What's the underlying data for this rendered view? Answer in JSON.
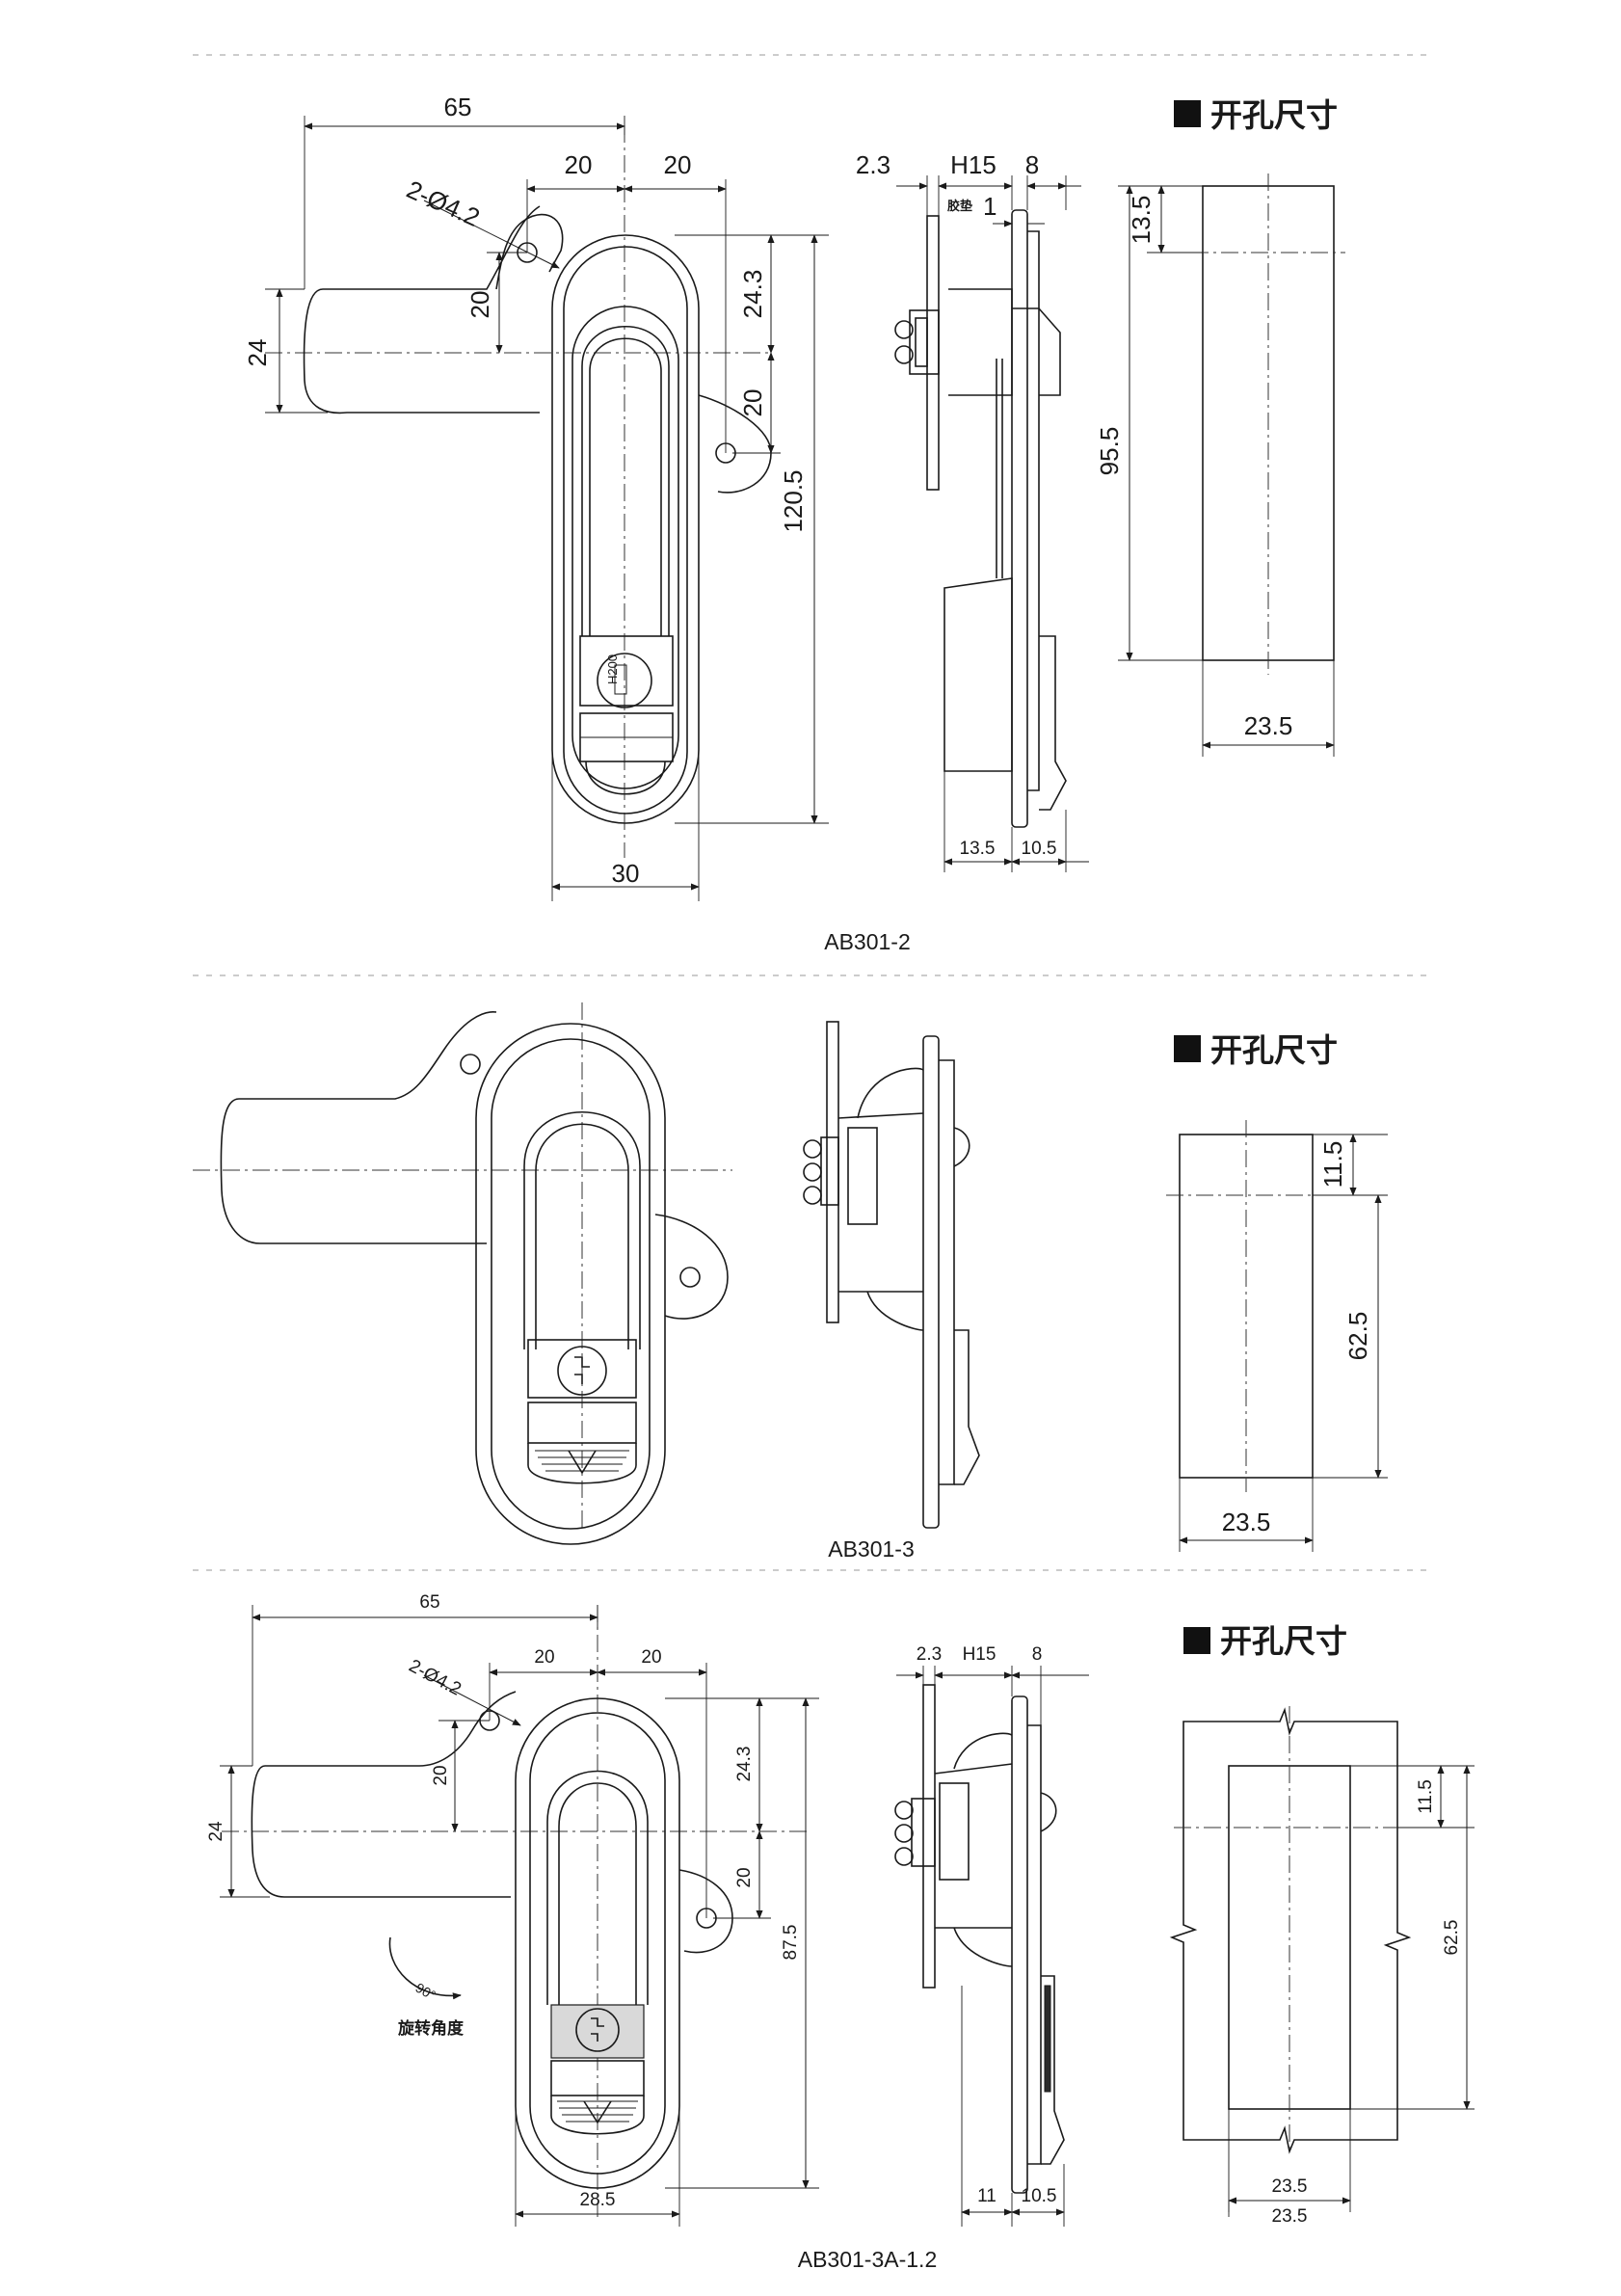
{
  "drawings": [
    {
      "model": "AB301-2",
      "front_dims": {
        "d65": "65",
        "d20a": "20",
        "d20b": "20",
        "holes": "2-Ø4.2",
        "d20c": "20",
        "d24": "24",
        "d24_3": "24.3",
        "d20d": "20",
        "d120_5": "120.5",
        "d30": "30",
        "key_code": "H200"
      },
      "side_dims": {
        "d2_3": "2.3",
        "h15": "H15",
        "d8": "8",
        "gasket": "胶垫",
        "d1": "1",
        "d13_5": "13.5",
        "d10_5": "10.5"
      },
      "cutout": {
        "title": "开孔尺寸",
        "d13_5": "13.5",
        "d95_5": "95.5",
        "d23_5": "23.5"
      }
    },
    {
      "model": "AB301-3",
      "cutout": {
        "title": "开孔尺寸",
        "d11_5": "11.5",
        "d62_5": "62.5",
        "d23_5": "23.5"
      }
    },
    {
      "model": "AB301-3A-1.2",
      "front_dims": {
        "d65": "65",
        "d20a": "20",
        "d20b": "20",
        "holes": "2-Ø4.2",
        "d20c": "20",
        "d24": "24",
        "d24_3": "24.3",
        "d20d": "20",
        "d87_5": "87.5",
        "d28_5": "28.5",
        "angle": "90°",
        "rotation_label": "旋转角度"
      },
      "side_dims": {
        "d2_3": "2.3",
        "h15": "H15",
        "d8": "8",
        "d11": "11",
        "d10_5": "10.5"
      },
      "cutout": {
        "title": "开孔尺寸",
        "d11_5": "11.5",
        "d62_5": "62.5",
        "d23_5_inner": "23.5",
        "d23_5_outer": "23.5"
      }
    }
  ],
  "colors": {
    "line": "#1a1a1a",
    "separator": "#bbbbbb",
    "background": "#ffffff"
  }
}
